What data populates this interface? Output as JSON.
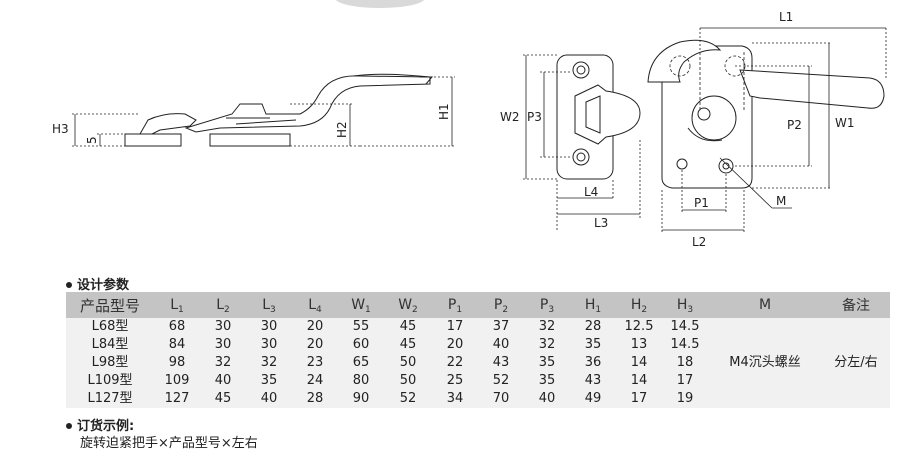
{
  "drawing_labels": {
    "left": {
      "h3": "H3",
      "h5": "5",
      "h2": "H2",
      "h1": "H1"
    },
    "right": {
      "l1": "L1",
      "w2": "W2",
      "p3": "P3",
      "p2": "P2",
      "w1": "W1",
      "l4": "L4",
      "p1": "P1",
      "m": "M",
      "l3": "L3",
      "l2": "L2"
    }
  },
  "section_title": "设计参数",
  "table": {
    "headers": [
      {
        "main": "产品型号",
        "sub": ""
      },
      {
        "main": "L",
        "sub": "1"
      },
      {
        "main": "L",
        "sub": "2"
      },
      {
        "main": "L",
        "sub": "3"
      },
      {
        "main": "L",
        "sub": "4"
      },
      {
        "main": "W",
        "sub": "1"
      },
      {
        "main": "W",
        "sub": "2"
      },
      {
        "main": "P",
        "sub": "1"
      },
      {
        "main": "P",
        "sub": "2"
      },
      {
        "main": "P",
        "sub": "3"
      },
      {
        "main": "H",
        "sub": "1"
      },
      {
        "main": "H",
        "sub": "2"
      },
      {
        "main": "H",
        "sub": "3"
      },
      {
        "main": "M",
        "sub": ""
      },
      {
        "main": "备注",
        "sub": ""
      }
    ],
    "rows": [
      [
        "L68型",
        "68",
        "30",
        "30",
        "20",
        "55",
        "45",
        "17",
        "37",
        "32",
        "28",
        "12.5",
        "14.5"
      ],
      [
        "L84型",
        "84",
        "30",
        "30",
        "20",
        "60",
        "45",
        "20",
        "40",
        "32",
        "35",
        "13",
        "14.5"
      ],
      [
        "L98型",
        "98",
        "32",
        "32",
        "23",
        "65",
        "50",
        "22",
        "43",
        "35",
        "36",
        "14",
        "18"
      ],
      [
        "L109型",
        "109",
        "40",
        "35",
        "24",
        "80",
        "50",
        "25",
        "52",
        "35",
        "43",
        "14",
        "17"
      ],
      [
        "L127型",
        "127",
        "45",
        "40",
        "28",
        "90",
        "52",
        "34",
        "70",
        "40",
        "49",
        "17",
        "19"
      ]
    ],
    "merged_m": "M4沉头螺丝",
    "merged_note": "分左/右"
  },
  "order_title": "订货示例:",
  "order_text": "旋转迫紧把手×产品型号×左右"
}
